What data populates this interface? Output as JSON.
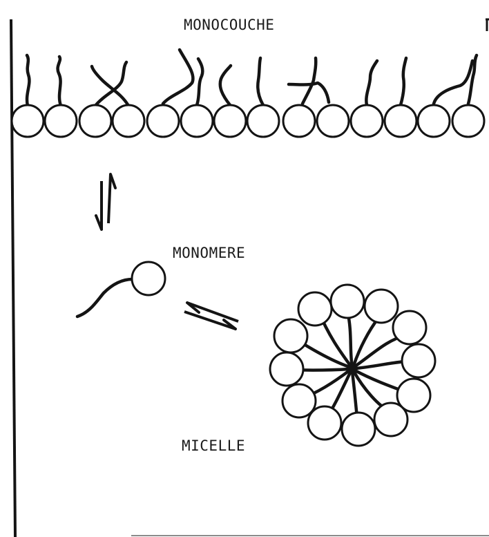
{
  "figure": {
    "labels": {
      "monolayer": "MONOCOUCHE",
      "monomer": "MONOMERE",
      "micelle": "MICELLE"
    },
    "monolayer": {
      "head_count": 14
    },
    "micelle": {
      "head_count": 12
    },
    "equilibria": [
      {
        "between": [
          "monolayer",
          "monomer"
        ],
        "symbol": "reversible-arrows"
      },
      {
        "between": [
          "monomer",
          "micelle"
        ],
        "symbol": "reversible-arrows"
      }
    ],
    "colors": {
      "ink": "#141414",
      "background": "#ffffff"
    }
  }
}
